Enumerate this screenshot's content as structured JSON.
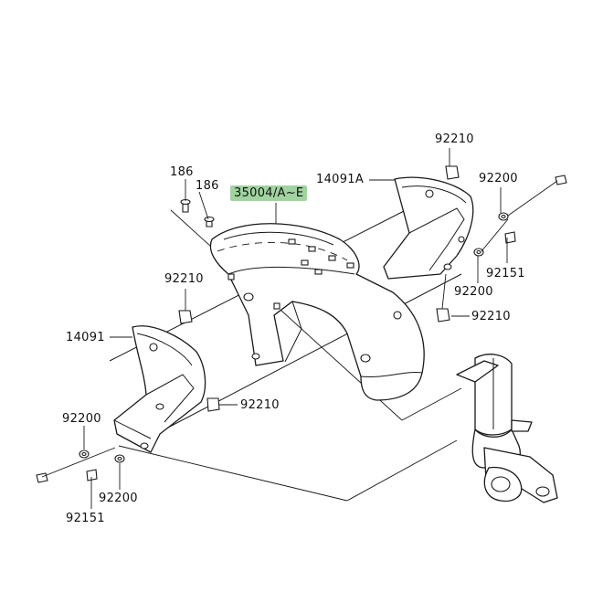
{
  "labels": {
    "bolt_186_top": "186",
    "bolt_186_mid": "186",
    "fender": "35004/A~E",
    "cover_right": "14091A",
    "clip_right_top": "92210",
    "washer_right": "92200",
    "bolt_right": "92151",
    "washer_right_lower": "92200",
    "clip_right_lower": "92210",
    "clip_left_top": "92210",
    "cover_left": "14091",
    "clip_left_lower": "92210",
    "washer_left_outer": "92200",
    "washer_left_inner": "92200",
    "bolt_left": "92151"
  },
  "colors": {
    "highlight": "#9fd39f",
    "line": "#1a1a1a",
    "background": "#ffffff"
  }
}
